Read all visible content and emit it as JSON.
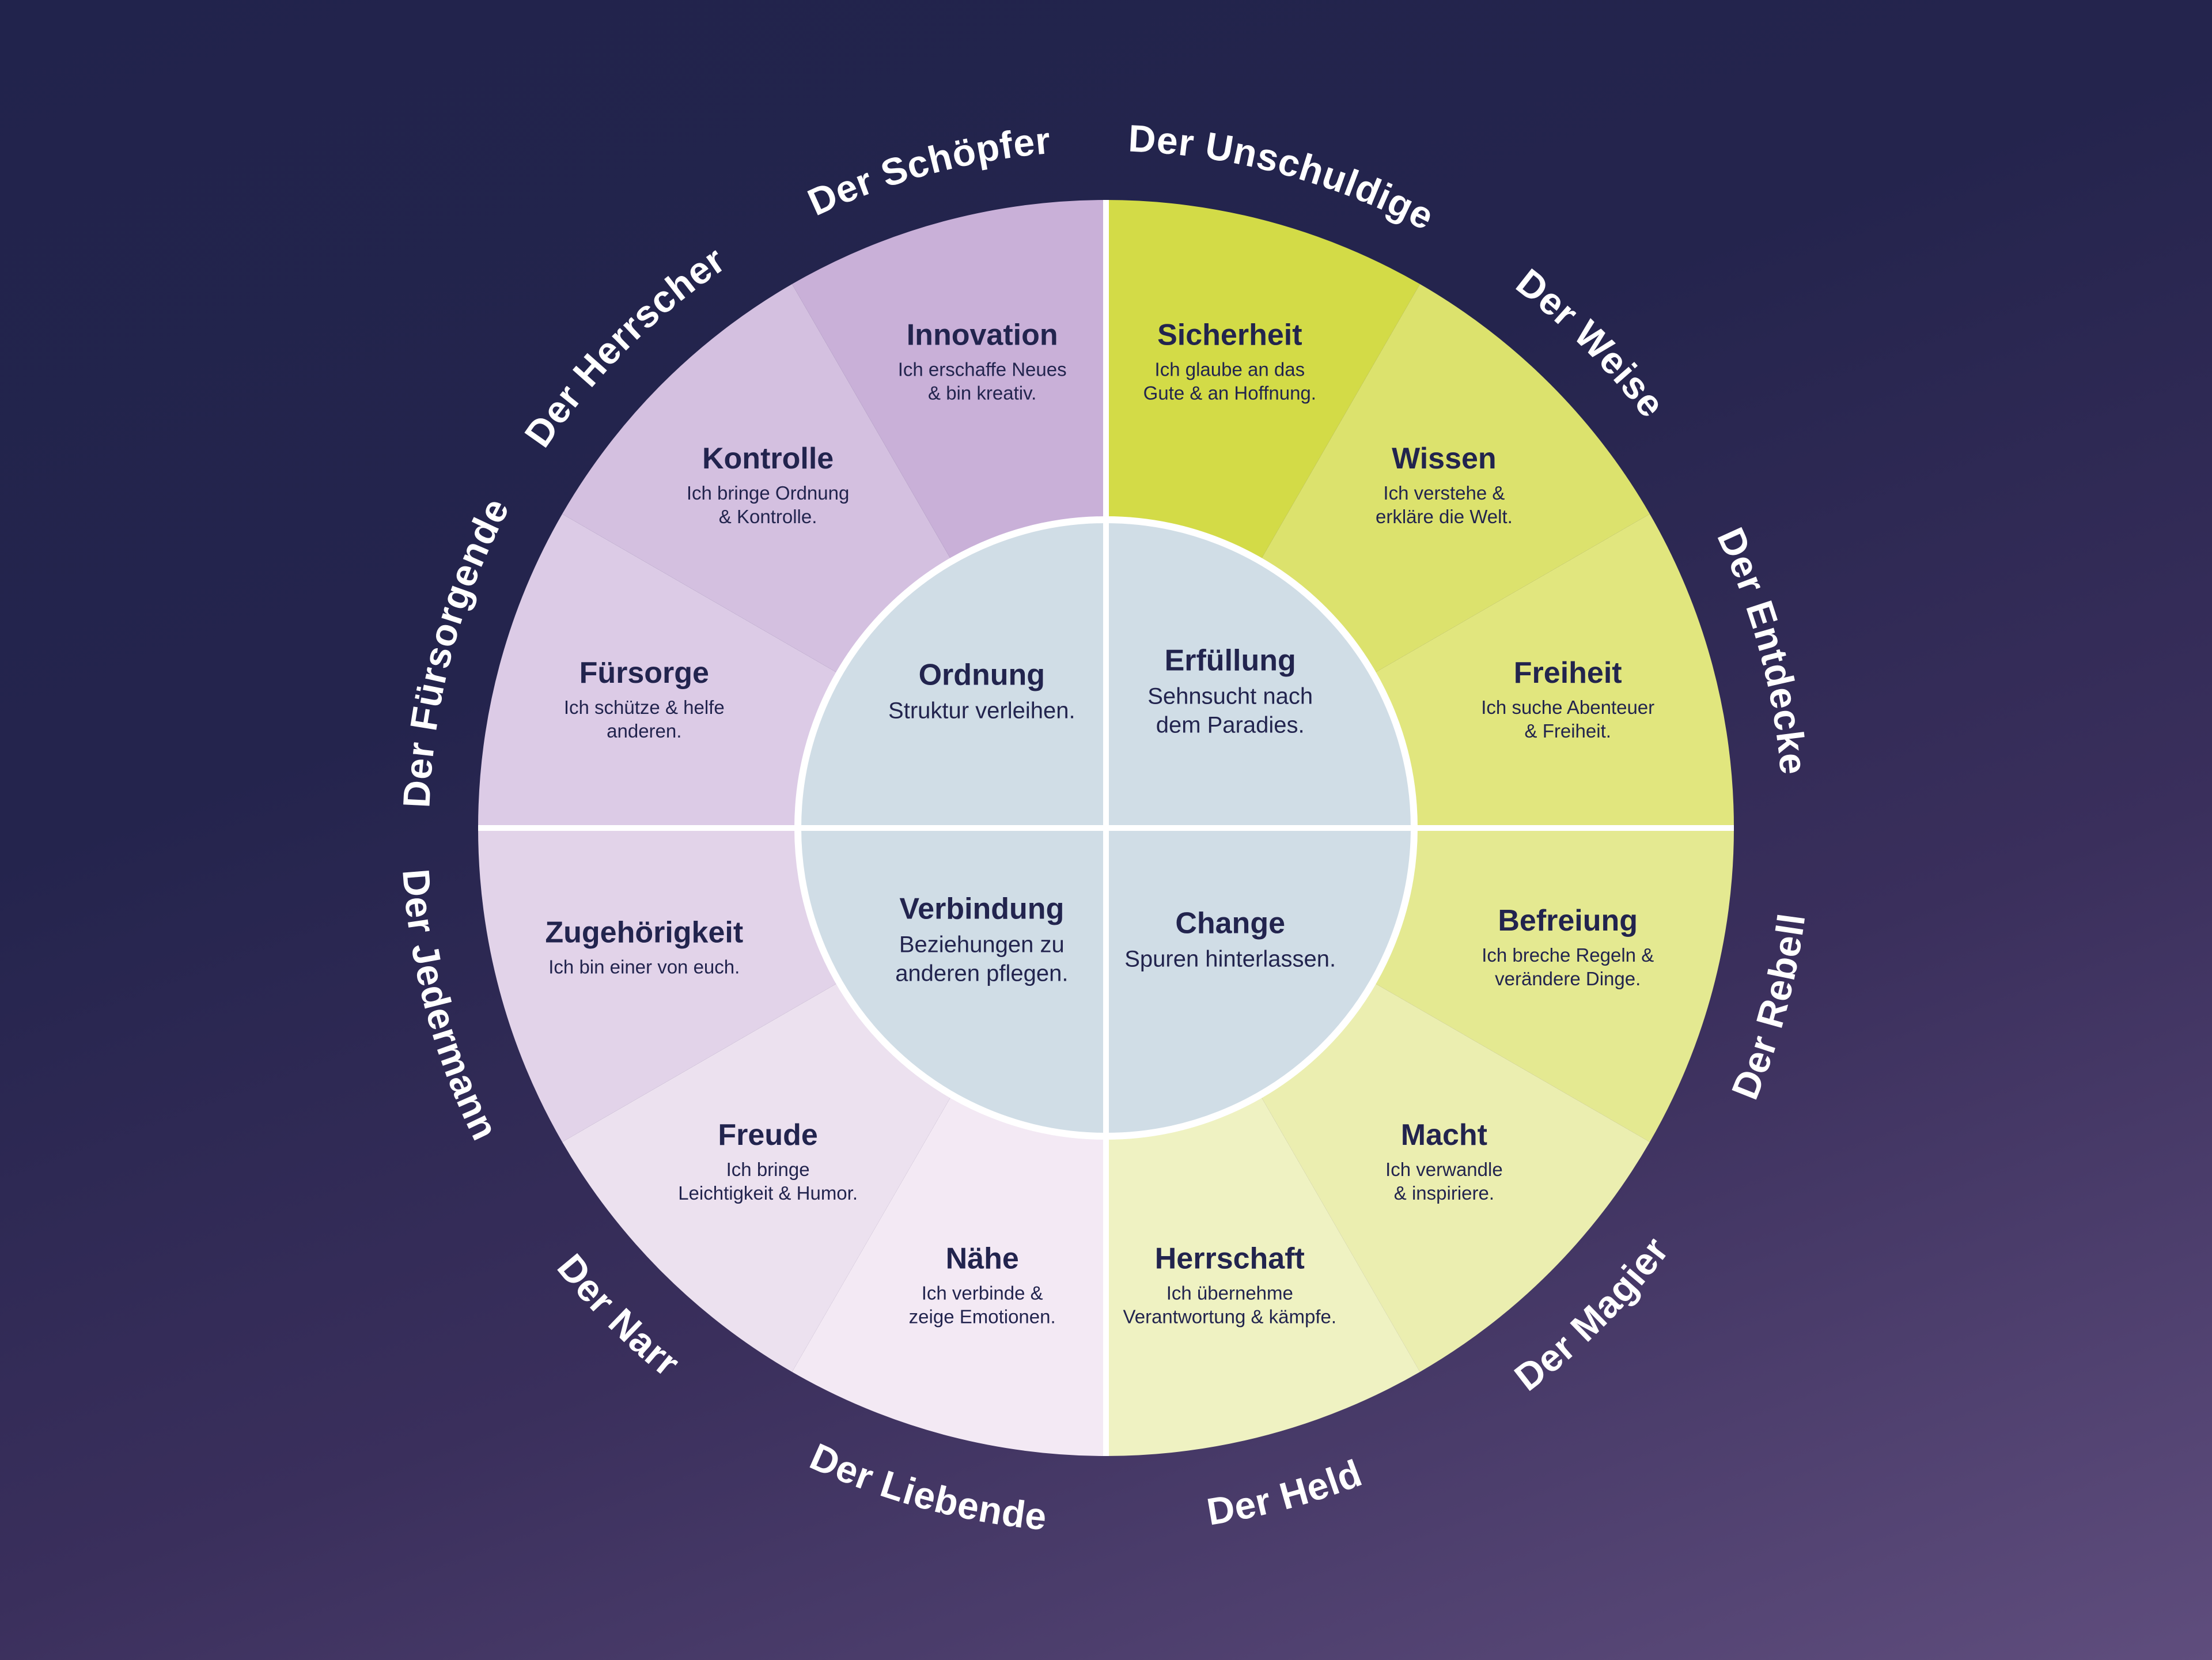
{
  "colors": {
    "divider": "#ffffff",
    "text_dark": "#22244e",
    "label_light": "#ffffff",
    "inner_fill": "#d0dde6"
  },
  "segments": [
    {
      "title": "Sicherheit",
      "desc": [
        "Ich glaube an das",
        "Gute & an Hoffnung."
      ],
      "color": "#d3db47"
    },
    {
      "title": "Wissen",
      "desc": [
        "Ich verstehe &",
        "erkläre die Welt."
      ],
      "color": "#dce26d"
    },
    {
      "title": "Freiheit",
      "desc": [
        "Ich suche Abenteuer",
        "& Freiheit."
      ],
      "color": "#e1e67e"
    },
    {
      "title": "Befreiung",
      "desc": [
        "Ich breche Regeln &",
        "verändere Dinge."
      ],
      "color": "#e4e991"
    },
    {
      "title": "Macht",
      "desc": [
        "Ich verwandle",
        "& inspiriere."
      ],
      "color": "#ebeeb0"
    },
    {
      "title": "Herrschaft",
      "desc": [
        "Ich übernehme",
        "Verantwortung & kämpfe."
      ],
      "color": "#eff2c2"
    },
    {
      "title": "Nähe",
      "desc": [
        "Ich verbinde &",
        "zeige Emotionen."
      ],
      "color": "#f3e9f4"
    },
    {
      "title": "Freude",
      "desc": [
        "Ich bringe",
        "Leichtigkeit & Humor."
      ],
      "color": "#ece1ef"
    },
    {
      "title": "Zugehörigkeit",
      "desc": [
        "Ich bin einer von euch."
      ],
      "color": "#e2d3e9"
    },
    {
      "title": "Fürsorge",
      "desc": [
        "Ich schütze & helfe",
        "anderen."
      ],
      "color": "#dccbe6"
    },
    {
      "title": "Kontrolle",
      "desc": [
        "Ich bringe Ordnung",
        "& Kontrolle."
      ],
      "color": "#d4c0e0"
    },
    {
      "title": "Innovation",
      "desc": [
        "Ich erschaffe Neues",
        "& bin kreativ."
      ],
      "color": "#c9b0d8"
    }
  ],
  "quadrants": [
    {
      "title": "Erfüllung",
      "desc": [
        "Sehnsucht nach",
        "dem Paradies."
      ]
    },
    {
      "title": "Change",
      "desc": [
        "Spuren hinterlassen."
      ]
    },
    {
      "title": "Verbindung",
      "desc": [
        "Beziehungen zu",
        "anderen pflegen."
      ]
    },
    {
      "title": "Ordnung",
      "desc": [
        "Struktur verleihen."
      ]
    }
  ],
  "archetypes": [
    "Der Unschuldige",
    "Der Weise",
    "Der Entdecke",
    "Der Rebell",
    "Der Magier",
    "Der Held",
    "Der Liebende",
    "Der Narr",
    "Der Jedermann",
    "Der Fürsorgende",
    "Der Herrscher",
    "Der Schöpfer"
  ]
}
